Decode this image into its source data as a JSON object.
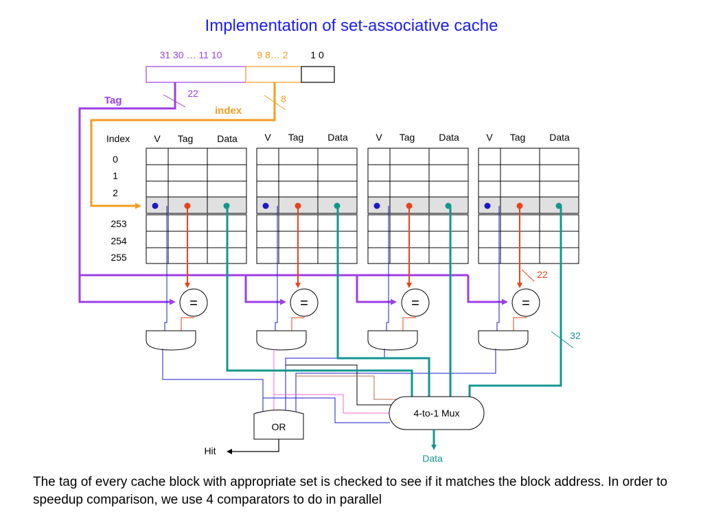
{
  "title": "Implementation of set-associative cache",
  "address": {
    "tag_bits": "31 30 … 11 10",
    "index_bits": "9 8… 2",
    "offset_bits": "1 0"
  },
  "labels": {
    "tag": "Tag",
    "index": "index",
    "tag_width": "22",
    "index_width": "8",
    "compare_width": "22",
    "data_width": "32"
  },
  "table_headers": {
    "index": "Index",
    "v": "V",
    "tag": "Tag",
    "data": "Data"
  },
  "row_indices": [
    "0",
    "1",
    "2",
    "253",
    "254",
    "255"
  ],
  "comparator_symbol": "=",
  "or_gate_label": "OR",
  "mux_label": "4-to-1 Mux",
  "hit_label": "Hit",
  "data_out_label": "Data",
  "caption": "The tag of every cache block with appropriate set is checked to see if it matches the block address. In order to speedup comparison, we use 4 comparators to do in parallel",
  "colors": {
    "title": "#1a1aff",
    "tag": "#9b3ee8",
    "index": "#f39c1f",
    "valid": "#1a1acc",
    "tag_compare": "#e8431a",
    "data": "#12968f",
    "hit_or": "#ff66cc",
    "brown": "#b5684a"
  }
}
